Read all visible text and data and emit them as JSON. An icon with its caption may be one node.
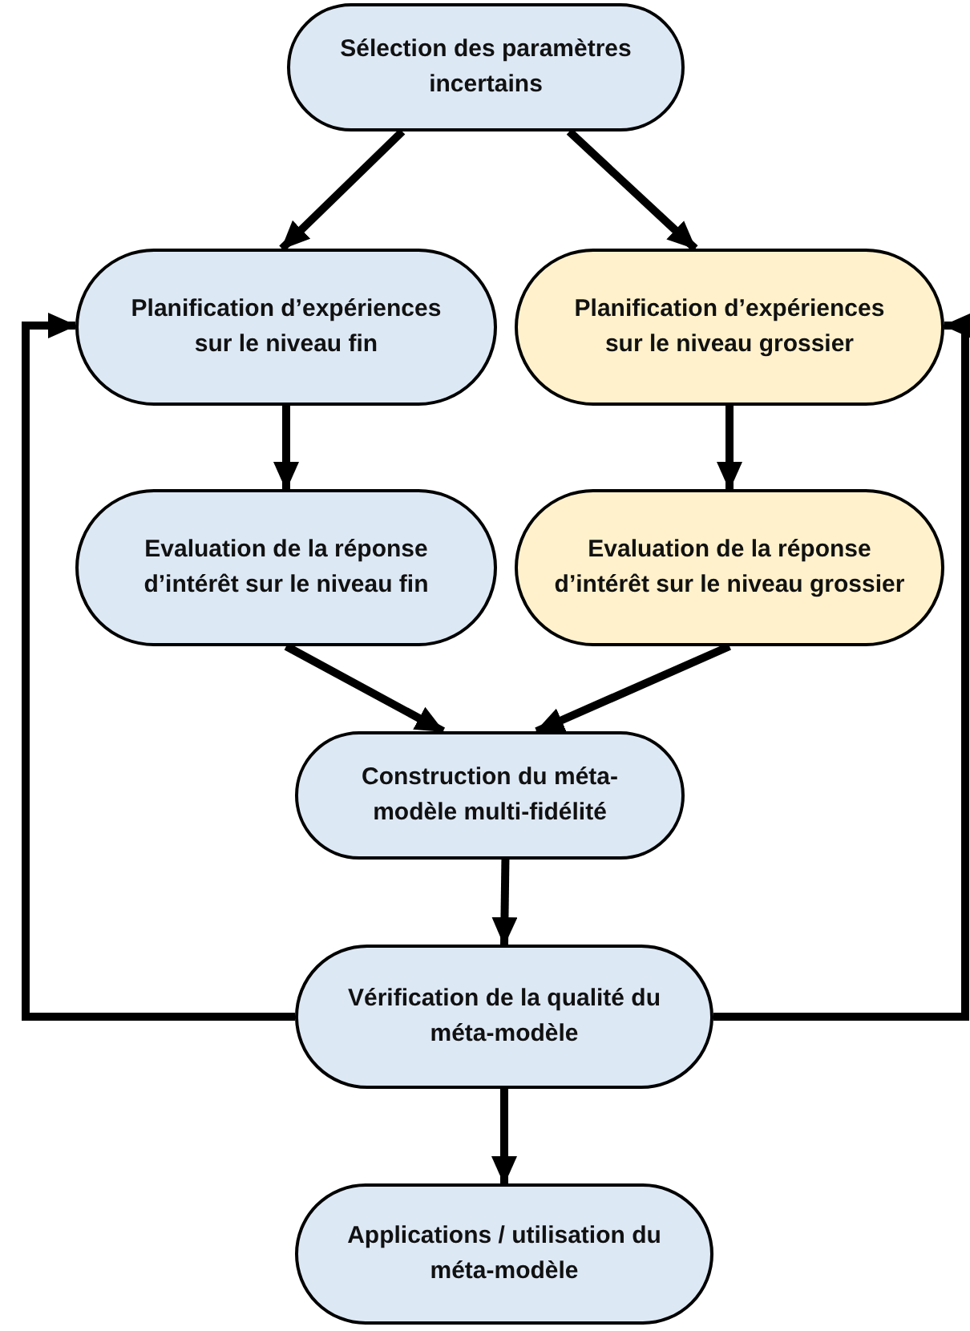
{
  "diagram": {
    "nodes": [
      {
        "text": [
          "Sélection des paramètres incertains"
        ]
      },
      {
        "text": [
          "Planification d’expériences sur le niveau fin"
        ]
      },
      {
        "text": [
          "Planification d’expériences sur le niveau grossier"
        ]
      },
      {
        "text": [
          "Evaluation de la réponse d’intérêt sur le niveau fin"
        ]
      },
      {
        "text": [
          "Evaluation de la réponse d’intérêt sur le niveau grossier"
        ]
      },
      {
        "text": [
          "Construction du méta-modèle multi-fidélité"
        ]
      },
      {
        "text": [
          "Vérification de la qualité du méta-modèle"
        ]
      },
      {
        "text": [
          "Applications / utilisation du méta-modèle"
        ]
      }
    ],
    "edges": [
      {
        "from": 0,
        "to": 1,
        "arrow": "to"
      },
      {
        "from": 0,
        "to": 2,
        "arrow": "to"
      },
      {
        "from": 1,
        "to": 3,
        "arrow": "to"
      },
      {
        "from": 2,
        "to": 4,
        "arrow": "to"
      },
      {
        "from": 3,
        "to": 5,
        "arrow": "to"
      },
      {
        "from": 4,
        "to": 5,
        "arrow": "to"
      },
      {
        "from": 5,
        "to": 6,
        "arrow": "to"
      },
      {
        "from": 6,
        "to": 7,
        "arrow": "to"
      },
      {
        "from": 6,
        "to": 1,
        "arrow": "to"
      },
      {
        "from": 6,
        "to": 2,
        "arrow": "to"
      }
    ]
  }
}
